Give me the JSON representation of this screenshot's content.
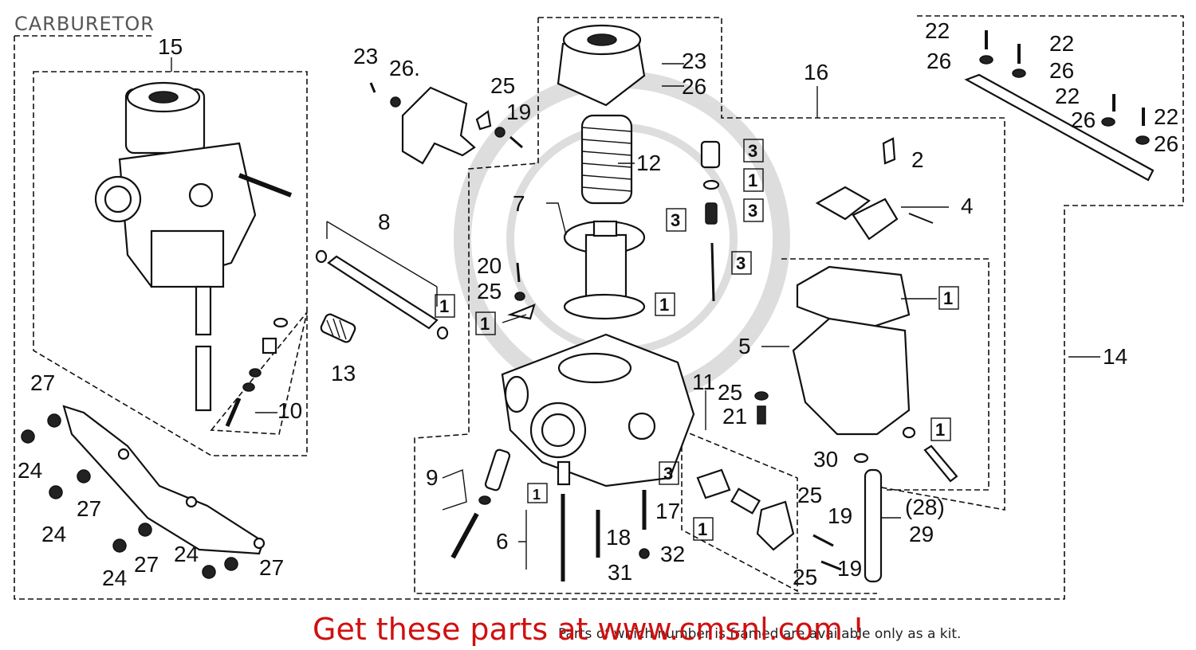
{
  "title": "CARBURETOR",
  "promo": "Get these parts at www.cmsnl.com !",
  "footnote": "Parts of which number is framed are available only as a kit.",
  "callouts": {
    "n1": "1",
    "n2": "2",
    "n3": "3",
    "n4": "4",
    "n5": "5",
    "n6": "6",
    "n7": "7",
    "n8": "8",
    "n9": "9",
    "n10": "10",
    "n11": "11",
    "n12": "12",
    "n13": "13",
    "n14": "14",
    "n15": "15",
    "n16": "16",
    "n17": "17",
    "n18": "18",
    "n19": "19",
    "n20": "20",
    "n21": "21",
    "n22": "22",
    "n23": "23",
    "n24": "24",
    "n25": "25",
    "n26": "26",
    "n26dot": "26.",
    "n27": "27",
    "n28": "(28)",
    "n29": "29",
    "n30": "30",
    "n31": "31",
    "n32": "32"
  }
}
